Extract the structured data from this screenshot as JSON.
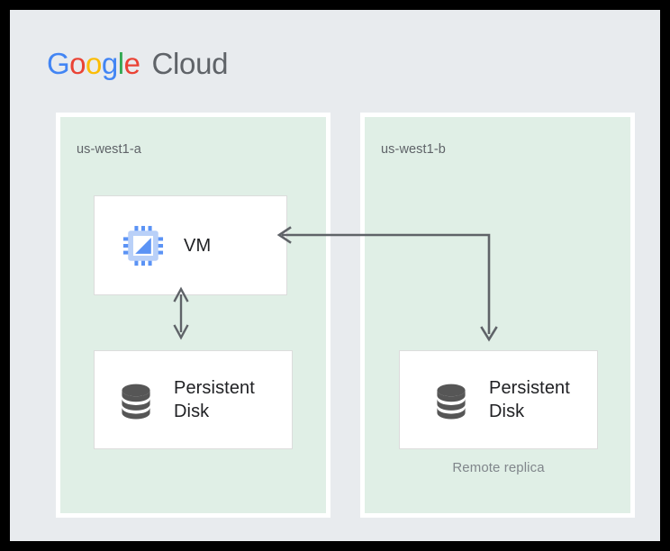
{
  "page": {
    "background": "#E8EBEE",
    "frame_color": "#000000"
  },
  "brand": {
    "name": "Google Cloud",
    "google_letters": [
      {
        "char": "G",
        "color": "#4285F4"
      },
      {
        "char": "o",
        "color": "#EA4335"
      },
      {
        "char": "o",
        "color": "#FBBC05"
      },
      {
        "char": "g",
        "color": "#4285F4"
      },
      {
        "char": "l",
        "color": "#34A853"
      },
      {
        "char": "e",
        "color": "#EA4335"
      }
    ],
    "suffix": "Cloud",
    "suffix_color": "#5F6368"
  },
  "diagram": {
    "type": "architecture-diagram",
    "zone_fill": "#E0EFE6",
    "node_fill": "#FFFFFF",
    "arrow_color": "#5F6368",
    "zones": [
      {
        "id": "us-west1-a",
        "label": "us-west1-a",
        "nodes": [
          {
            "id": "vm",
            "label": "VM",
            "icon": "cpu-chip-icon"
          },
          {
            "id": "persistent-disk-a",
            "label": "Persistent Disk",
            "icon": "database-disk-icon"
          }
        ]
      },
      {
        "id": "us-west1-b",
        "label": "us-west1-b",
        "nodes": [
          {
            "id": "persistent-disk-b",
            "label": "Persistent Disk",
            "icon": "database-disk-icon",
            "caption": "Remote replica"
          }
        ]
      }
    ],
    "connections": [
      {
        "id": "vm-disk-a",
        "from": "vm",
        "to": "persistent-disk-a",
        "style": "double-headed-vertical"
      },
      {
        "id": "replication",
        "from": "vm",
        "to": "persistent-disk-b",
        "style": "elbow-double-headed"
      }
    ]
  }
}
